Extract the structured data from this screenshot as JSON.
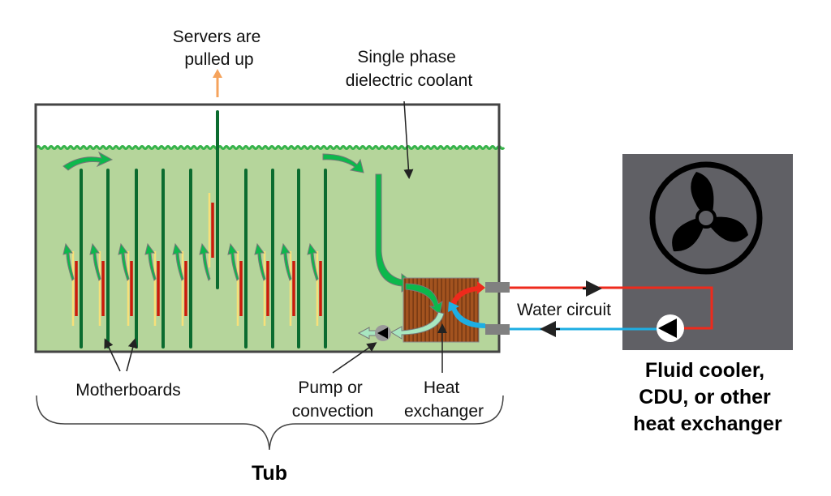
{
  "labels": {
    "servers_pulled": [
      "Servers are",
      "pulled up"
    ],
    "coolant": [
      "Single phase",
      "dielectric coolant"
    ],
    "motherboards": "Motherboards",
    "pump": [
      "Pump or",
      "convection"
    ],
    "heat_exchanger": [
      "Heat",
      "exchanger"
    ],
    "water_circuit": "Water circuit",
    "fluid_cooler": [
      "Fluid cooler,",
      "CDU, or other",
      "heat exchanger"
    ],
    "tub": "Tub"
  },
  "colors": {
    "coolant": "#b5d59b",
    "board": "#0b6b2f",
    "hot_water": "#ee2a1c",
    "cold_water": "#1eaee3",
    "heat_exchanger": "#a3531f",
    "cooler_box": "#606065",
    "flow_arrow": "#0cb84c",
    "pull_arrow": "#f5a35c"
  },
  "icons": [
    "fan-icon",
    "pump-icon"
  ]
}
